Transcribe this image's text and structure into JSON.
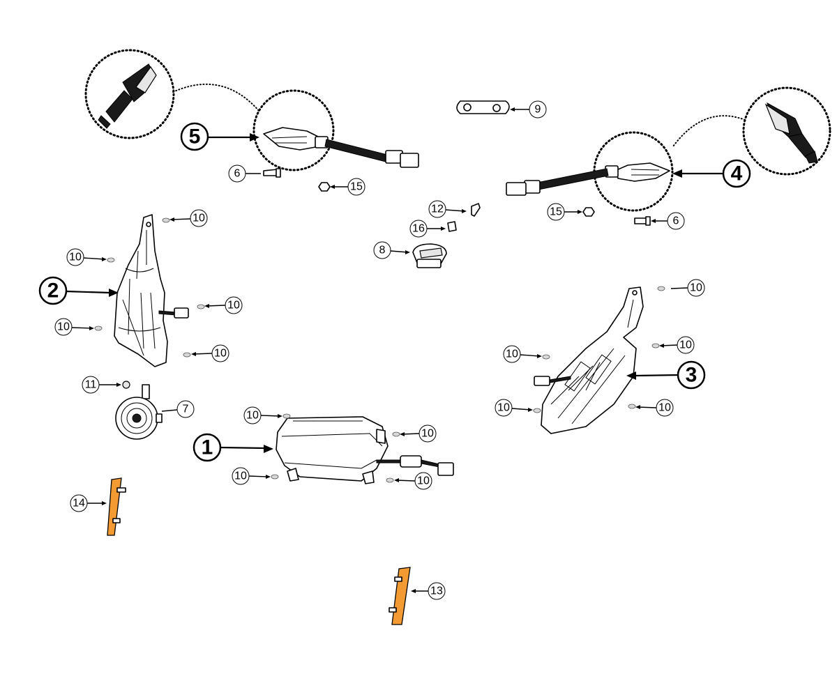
{
  "callouts": {
    "c1": "1",
    "c2": "2",
    "c3": "3",
    "c4": "4",
    "c5": "5",
    "c6a": "6",
    "c6b": "6",
    "c7": "7",
    "c8": "8",
    "c9": "9",
    "c10a": "10",
    "c10b": "10",
    "c10c": "10",
    "c10d": "10",
    "c10e": "10",
    "c10f": "10",
    "c10g": "10",
    "c10h": "10",
    "c10i": "10",
    "c10j": "10",
    "c10k": "10",
    "c10l": "10",
    "c11": "11",
    "c12": "12",
    "c13": "13",
    "c14": "14",
    "c15a": "15",
    "c15b": "15",
    "c16": "16"
  },
  "colors": {
    "reflector_amber": "#f39a33",
    "line": "#000000",
    "background": "#ffffff"
  }
}
